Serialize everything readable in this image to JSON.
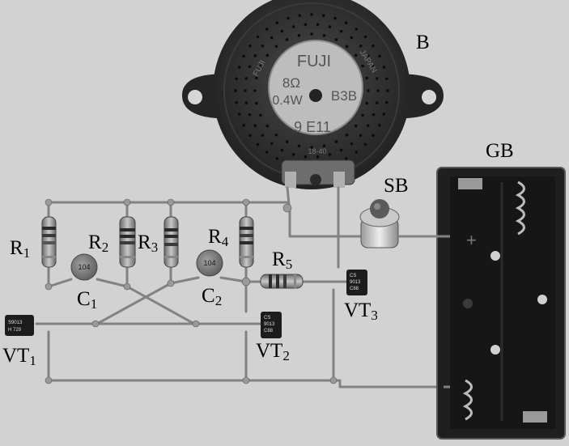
{
  "labels": {
    "speaker": "B",
    "battery_box": "GB",
    "switch": "SB",
    "r1": {
      "main": "R",
      "sub": "1"
    },
    "r2": {
      "main": "R",
      "sub": "2"
    },
    "r3": {
      "main": "R",
      "sub": "3"
    },
    "r4": {
      "main": "R",
      "sub": "4"
    },
    "r5": {
      "main": "R",
      "sub": "5"
    },
    "c1": {
      "main": "C",
      "sub": "1"
    },
    "c2": {
      "main": "C",
      "sub": "2"
    },
    "vt1": {
      "main": "VT",
      "sub": "1"
    },
    "vt2": {
      "main": "VT",
      "sub": "2"
    },
    "vt3": {
      "main": "VT",
      "sub": "3"
    }
  },
  "speaker_marking": {
    "brand": "FUJI",
    "brand_left": "FUJI",
    "country": "JAPAN",
    "impedance": "8Ω",
    "power": "0.4W",
    "model": "B3B",
    "code": "9 E11",
    "bottom": "18-40"
  },
  "capacitor_marking": "104",
  "transistor_markings": {
    "vt1": [
      "S9013",
      "H 729"
    ],
    "vt2": [
      "CS",
      "9013",
      "C88"
    ],
    "vt3": [
      "CS",
      "9013",
      "C88"
    ]
  },
  "battery_marking": "+"
}
